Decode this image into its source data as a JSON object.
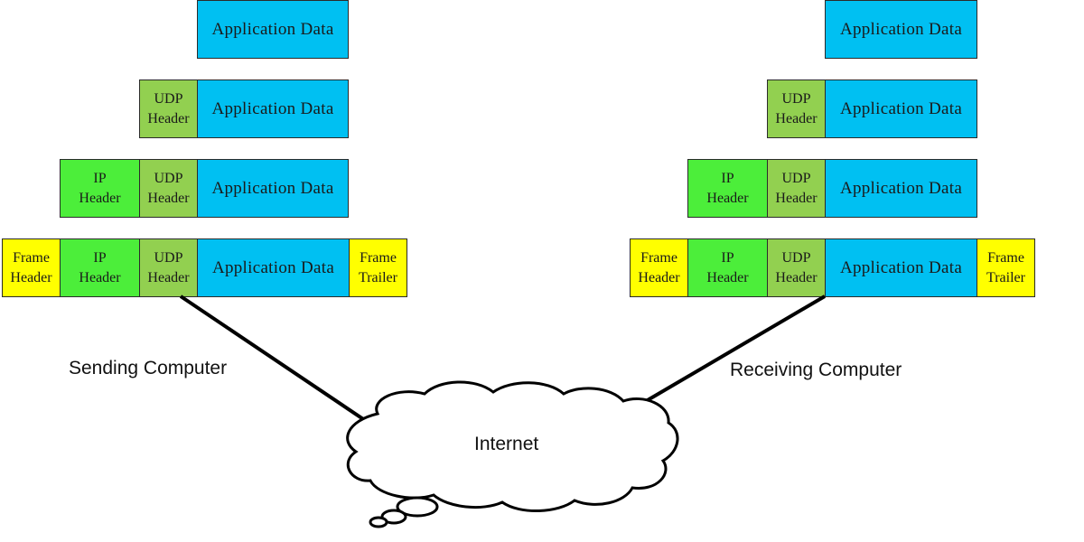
{
  "sending": {
    "caption": "Sending Computer",
    "rows": [
      {
        "app": "Application Data"
      },
      {
        "udp": [
          "UDP",
          "Header"
        ],
        "app": "Application Data"
      },
      {
        "ip": [
          "IP",
          "Header"
        ],
        "udp": [
          "UDP",
          "Header"
        ],
        "app": "Application Data"
      },
      {
        "frame_header": [
          "Frame",
          "Header"
        ],
        "ip": [
          "IP",
          "Header"
        ],
        "udp": [
          "UDP",
          "Header"
        ],
        "app": "Application Data",
        "frame_trailer": [
          "Frame",
          "Trailer"
        ]
      }
    ]
  },
  "receiving": {
    "caption": "Receiving Computer",
    "rows": [
      {
        "app": "Application Data"
      },
      {
        "udp": [
          "UDP",
          "Header"
        ],
        "app": "Application Data"
      },
      {
        "ip": [
          "IP",
          "Header"
        ],
        "udp": [
          "UDP",
          "Header"
        ],
        "app": "Application Data"
      },
      {
        "frame_header": [
          "Frame",
          "Header"
        ],
        "ip": [
          "IP",
          "Header"
        ],
        "udp": [
          "UDP",
          "Header"
        ],
        "app": "Application Data",
        "frame_trailer": [
          "Frame",
          "Trailer"
        ]
      }
    ]
  },
  "cloud": {
    "label": "Internet"
  },
  "colors": {
    "application_data": "#00c0f2",
    "udp_header": "#92d050",
    "ip_header": "#4cee3a",
    "frame": "#ffff00"
  }
}
